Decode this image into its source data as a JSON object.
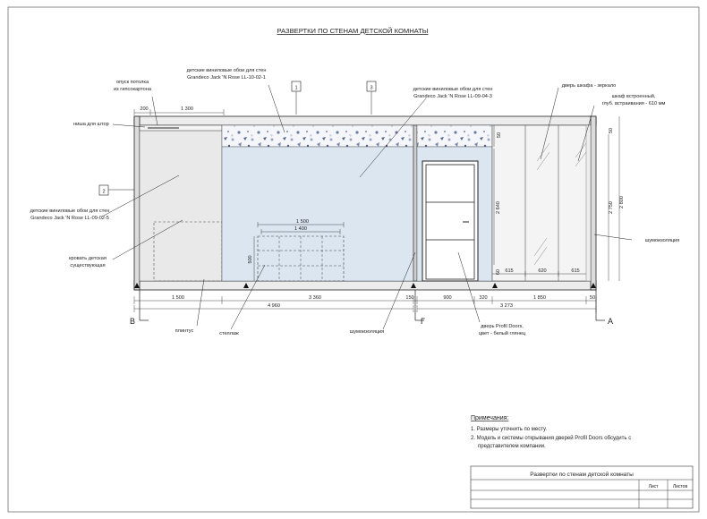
{
  "title": "РАЗВЕРТКИ ПО СТЕНАМ ДЕТСКОЙ КОМНАТЫ",
  "labels": {
    "ceiling_drop": "опуск потолка",
    "ceiling_drop_2": "из гипсокартона",
    "curtain_niche": "ниша для штор",
    "wallpaper1_line1": "детские виниловые обои для стен",
    "wallpaper1_line2": "Grandeco Jack 'N Rose LL-10-02-1",
    "wallpaper2_line1": "детские виниловые обои для стен",
    "wallpaper2_line2": "Grandeco Jack 'N Rose LL-09-04-3",
    "wallpaper3_line1": "детские виниловые обои для стен",
    "wallpaper3_line2": "Grandeco Jack 'N Rose LL-09-02-5",
    "bed_line1": "кровать детская",
    "bed_line2": "существующая",
    "wardrobe_door": "дверь шкафа - зеркало",
    "wardrobe_line1": "шкаф встроенный,",
    "wardrobe_line2": "глуб. встраивания - 610 мм",
    "sound_insulation_right": "шумоизоляция",
    "plinth": "плинтус",
    "shelving": "стеллаж",
    "sound_insulation_bottom": "шумоизоляция",
    "door_line1": "дверь Profil Doors,",
    "door_line2": "цвет - белый глянец"
  },
  "callouts": {
    "c1": "1",
    "c2": "2",
    "c3": "3"
  },
  "axes": {
    "v": "В",
    "g": "Г",
    "a": "А"
  },
  "dims": {
    "d200": "200",
    "d1300": "1 300",
    "d1500_shelf": "1 500",
    "d1400_shelf": "1 400",
    "d500_shelf": "500",
    "d1500": "1 500",
    "d3360": "3 360",
    "d150": "150",
    "d900": "900",
    "d320": "320",
    "d1850": "1 850",
    "d50_bottom": "50",
    "d4960": "4 960",
    "d3273": "3 273",
    "d50_top": "50",
    "d2640": "2 640",
    "d60": "60",
    "d615a": "615",
    "d620": "620",
    "d615b": "615",
    "d50_r": "50",
    "d2750": "2 750",
    "d2800": "2 800"
  },
  "notes": {
    "heading": "Примечания:",
    "n1": "1. Размеры уточнить по месту.",
    "n2_line1": "2. Модель и системы открывания дверей Profil Doors обсудить с",
    "n2_line2": "представителем компании."
  },
  "stamp": {
    "title": "Развертки по стенам детской комнаты",
    "sheet": "Лист",
    "sheets": "Листов"
  }
}
